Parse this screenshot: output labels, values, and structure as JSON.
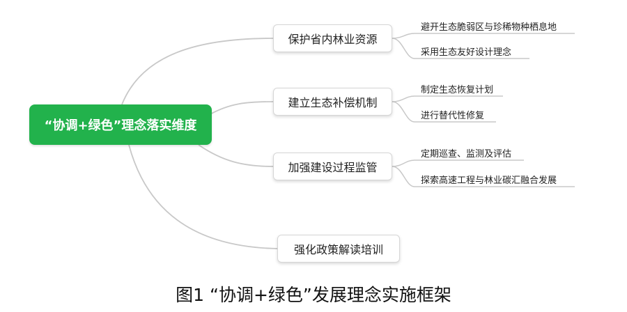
{
  "root": {
    "label": "“协调+绿色”理念落实维度"
  },
  "branches": [
    {
      "label": "保护省内林业资源",
      "children": [
        "避开生态脆弱区与珍稀物种栖息地",
        "采用生态友好设计理念"
      ]
    },
    {
      "label": "建立生态补偿机制",
      "children": [
        "制定生态恢复计划",
        "进行替代性修复"
      ]
    },
    {
      "label": "加强建设过程监管",
      "children": [
        "定期巡查、监测及评估",
        "探索高速工程与林业碳汇融合发展"
      ]
    },
    {
      "label": "强化政策解读培训",
      "children": []
    }
  ],
  "caption": "图1 “协调+绿色”发展理念实施框架",
  "colors": {
    "root_fill": "#22b24c",
    "connector": "#c8c8c8"
  }
}
